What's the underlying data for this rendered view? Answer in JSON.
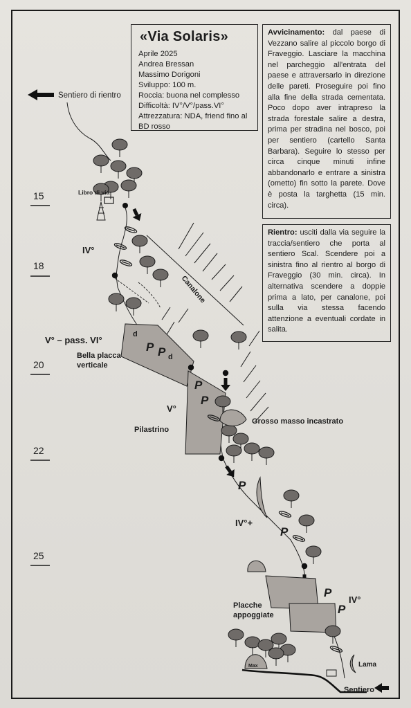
{
  "info": {
    "title": "«Via Solaris»",
    "date": "Aprile 2025",
    "author1": "Andrea Bressan",
    "author2": "Massimo Dorigoni",
    "development": "Sviluppo: 100 m.",
    "rock": "Roccia: buona nel complesso",
    "difficulty": "Difficoltà: IV°/V°/pass.VI°",
    "gear_1": "Attrezzatura: NDA, friend fino al",
    "gear_2": "BD rosso"
  },
  "approach": {
    "heading": "Avvicinamento:",
    "text": "dal paese di Vezzano salire al piccolo borgo di Fraveggio. Lasciare la macchina nel parcheggio all'entrata del paese e attraversarlo in direzione delle pareti. Proseguire poi fino alla fine della strada cementata. Poco dopo aver intrapreso la strada forestale salire a destra, prima per stradina nel bosco, poi per sentiero (cartello Santa Barbara). Seguire lo stesso per circa cinque minuti infine abbandonarlo e entrare a sinistra (ometto) fin sotto la parete. Dove è posta la targhetta (15 min. circa)."
  },
  "return": {
    "heading": "Rientro:",
    "text": "usciti dalla via seguire la traccia/sentiero che porta al sentiero Scal. Scendere poi a sinistra fino al rientro al borgo di Fraveggio (30 min. circa). In alternativa scendere a doppie prima a lato, per canalone, poi sulla via stessa facendo attenzione a eventuali cordate in salita."
  },
  "topo": {
    "return_path_label": "Sentiero di rientro",
    "route_book_label": "Libro di via",
    "canalone_label": "Canalone",
    "boulder_label": "Grosso masso incastrato",
    "slab_label_1": "Bella placca",
    "slab_label_2": "verticale",
    "pillar_label": "Pilastrino",
    "low_slabs_label_1": "Placche",
    "low_slabs_label_2": "appoggiate",
    "blade_label": "Lama",
    "trail_label": "Sentiero",
    "plaque_label": "Max",
    "grade_iv": "IV°",
    "grade_v_vi": "V° – pass. VI°",
    "grade_v": "V°",
    "grade_iv_plus": "IV°+",
    "grade_iv_low": "IV°",
    "piton": "P",
    "cam": "d",
    "pitch_lengths": [
      "15",
      "18",
      "20",
      "22",
      "25"
    ]
  },
  "colors": {
    "rock_fill": "#a9a49f",
    "tree_fill": "#6f6b68",
    "ink": "#1c1c1c",
    "paper": "#e3e1dc"
  }
}
